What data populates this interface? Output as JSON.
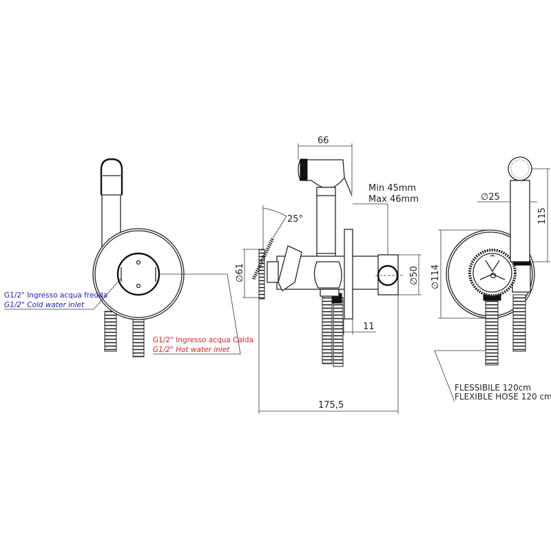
{
  "labels": {
    "cold_it": "G1/2\" Ingresso acqua fredda",
    "cold_en": "G1/2\" Cold water inlet",
    "hot_it": "G1/2\" Ingresso acqua Calda",
    "hot_en": "G1/2\" Hot water inlet",
    "hose_it": "FLESSIBILE 120cm",
    "hose_en": "FLEXIBLE HOSE 120 cm"
  },
  "dimensions": {
    "width_head": "66",
    "angle": "25°",
    "wall_min": "Min 45mm",
    "wall_max": "Max 46mm",
    "knob_diameter": "∅61",
    "body_diameter": "∅50",
    "plate_thickness": "11",
    "total_depth": "175,5",
    "tube_diameter": "∅25",
    "handshower_length": "115",
    "plate_diameter": "∅114"
  },
  "colors": {
    "cold": "#2222cc",
    "hot": "#dd2222"
  }
}
